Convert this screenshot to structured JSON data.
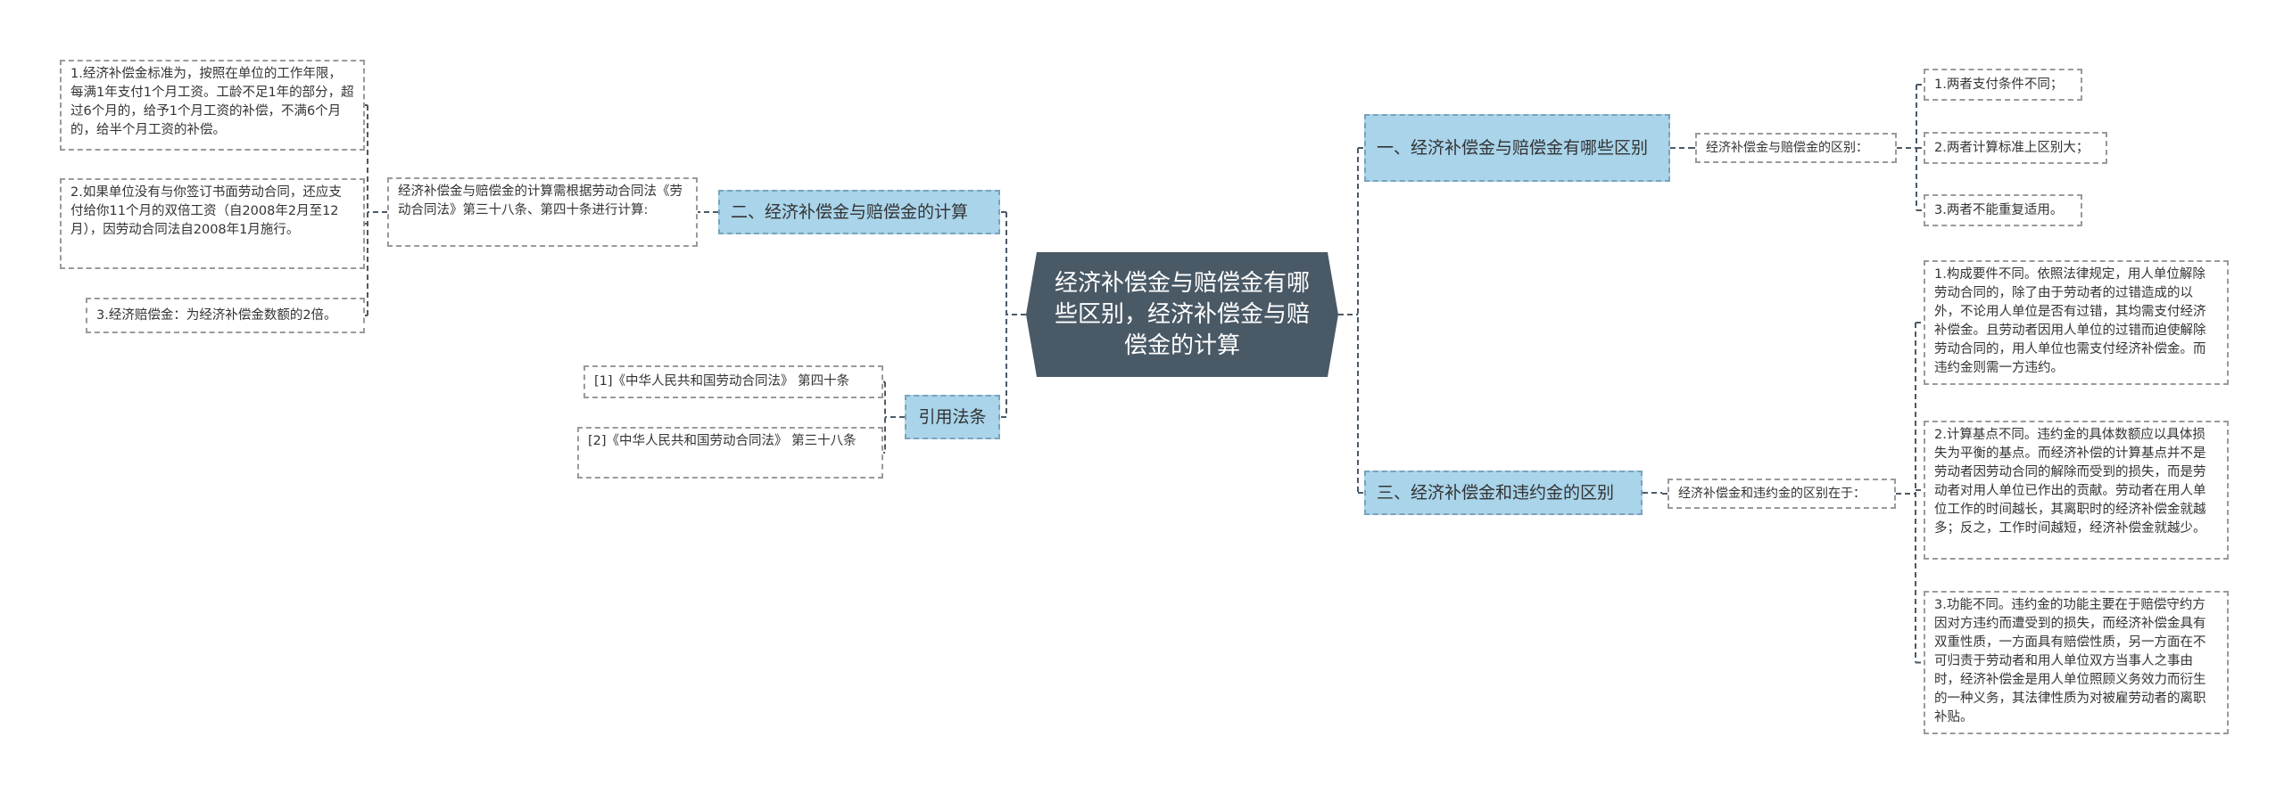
{
  "root": {
    "text": "经济补偿金与赔偿金有哪些区别，经济补偿金与赔偿金的计算"
  },
  "right_branches": [
    {
      "title": "一、经济补偿金与赔偿金有哪些区别",
      "sub": "经济补偿金与赔偿金的区别：",
      "leaves": [
        "1.两者支付条件不同；",
        "2.两者计算标准上区别大；",
        "3.两者不能重复适用。"
      ]
    },
    {
      "title": "三、经济补偿金和违约金的区别",
      "sub": "经济补偿金和违约金的区别在于：",
      "leaves": [
        "1.构成要件不同。依照法律规定，用人单位解除劳动合同的，除了由于劳动者的过错造成的以外，不论用人单位是否有过错，其均需支付经济补偿金。且劳动者因用人单位的过错而迫使解除劳动合同的，用人单位也需支付经济补偿金。而违约金则需一方违约。",
        "2.计算基点不同。违约金的具体数额应以具体损失为平衡的基点。而经济补偿的计算基点并不是劳动者因劳动合同的解除而受到的损失，而是劳动者对用人单位已作出的贡献。劳动者在用人单位工作的时间越长，其离职时的经济补偿金就越多；反之，工作时间越短，经济补偿金就越少。",
        "3.功能不同。违约金的功能主要在于赔偿守约方因对方违约而遭受到的损失，而经济补偿金具有双重性质，一方面具有赔偿性质，另一方面在不可归责于劳动者和用人单位双方当事人之事由时，经济补偿金是用人单位照顾义务效力而衍生的一种义务，其法律性质为对被雇劳动者的离职补贴。"
      ]
    }
  ],
  "left_branches": [
    {
      "title": "二、经济补偿金与赔偿金的计算",
      "sub": "经济补偿金与赔偿金的计算需根据劳动合同法《劳动合同法》第三十八条、第四十条进行计算:",
      "leaves": [
        "1.经济补偿金标准为，按照在单位的工作年限，每满1年支付1个月工资。工龄不足1年的部分，超过6个月的，给予1个月工资的补偿，不满6个月的，给半个月工资的补偿。",
        "2.如果单位没有与你签订书面劳动合同，还应支付给你11个月的双倍工资（自2008年2月至12月），因劳动合同法自2008年1月施行。",
        "3.经济赔偿金：为经济补偿金数额的2倍。"
      ]
    },
    {
      "title": "引用法条",
      "leaves": [
        "[1]《中华人民共和国劳动合同法》 第四十条",
        "[2]《中华人民共和国劳动合同法》 第三十八条"
      ]
    }
  ],
  "colors": {
    "root_bg": "#4a5966",
    "branch_bg": "#a9d4ea",
    "line": "#4a5a68",
    "leaf_border": "#9a9a9a"
  }
}
